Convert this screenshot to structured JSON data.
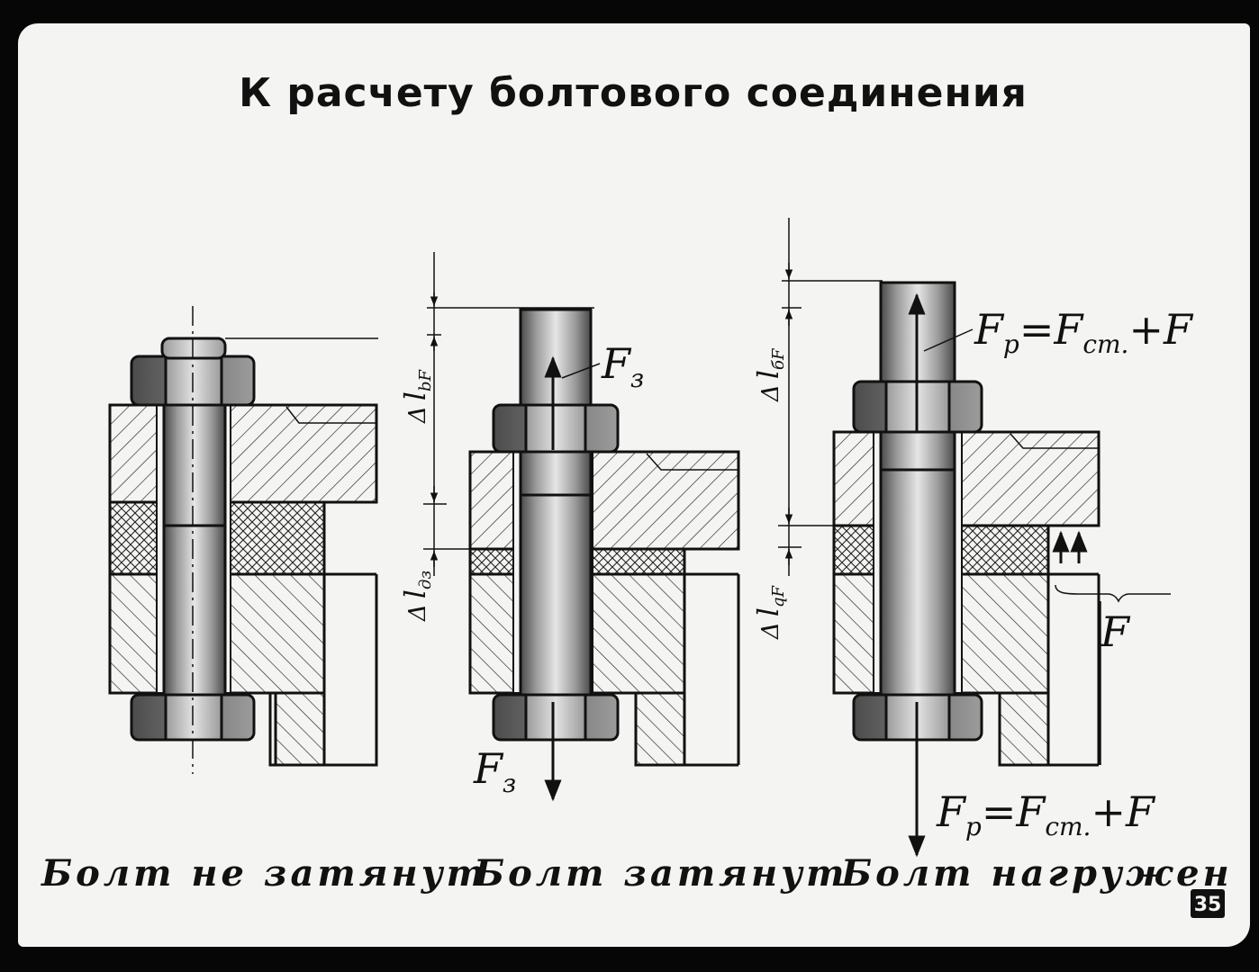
{
  "title": "К расчету болтового соединения",
  "captions": {
    "left": "Болт не затянут",
    "middle": "Болт затянут",
    "right": "Болт нагружен"
  },
  "labels": {
    "force": "F",
    "preload_sub": "з",
    "resultant_sub": "р",
    "joint_sub": "cm.",
    "eq": "=",
    "plus": "+"
  },
  "dimensions": {
    "delta": "Δ",
    "l": "l",
    "bF": "bF",
    "dz": "дз",
    "bF_bolt": "бF",
    "qF": "qF"
  },
  "slide_number": "35"
}
